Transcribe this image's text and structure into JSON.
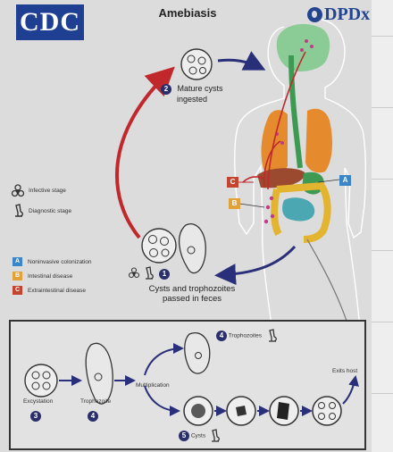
{
  "logo_left": "CDC",
  "title": "Amebiasis",
  "logo_right": "DPDx",
  "steps": {
    "s2_num": "2",
    "s2_label_1": "Mature cysts",
    "s2_label_2": "ingested",
    "s1_num": "1",
    "s1_label_1": "Cysts and trophozoites",
    "s1_label_2": "passed in feces"
  },
  "legend": {
    "infective": "Infective stage",
    "diagnostic": "Diagnostic stage",
    "a_letter": "A",
    "a_text": "Noninvasive colonization",
    "b_letter": "B",
    "b_text": "Intestinal disease",
    "c_letter": "C",
    "c_text": "Extraintestinal disease"
  },
  "body_tags": {
    "a": "A",
    "b": "B",
    "c": "C"
  },
  "inset": {
    "excystation": "Excystation",
    "trophozoite": "Trophozoite",
    "multiplication": "Multiplication",
    "trophozoites_num": "4",
    "trophozoites": "Trophozoites",
    "cysts_num": "5",
    "cysts": "Cysts",
    "exits_host": "Exits host",
    "num_3": "3",
    "num_4": "4"
  },
  "colors": {
    "cdc_blue": "#1f3f92",
    "red_arrow": "#c0282c",
    "blue_arrow": "#2a2f7a",
    "tag_a": "#3a86c8",
    "tag_b": "#e2a23a",
    "tag_c": "#c4452f",
    "step_badge": "#2a2f6b"
  },
  "icons": [
    "biohazard-icon",
    "microscope-icon"
  ]
}
